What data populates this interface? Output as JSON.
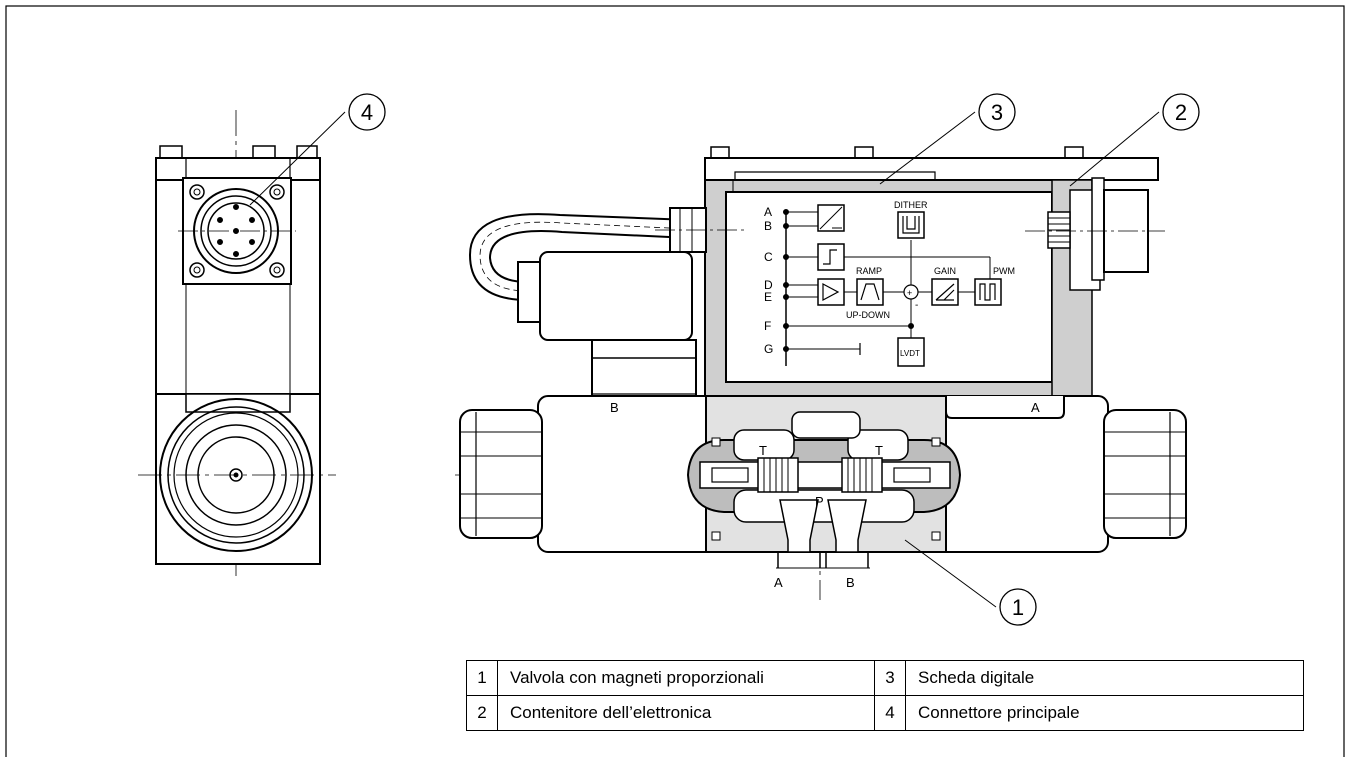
{
  "callouts": [
    "1",
    "2",
    "3",
    "4"
  ],
  "ports": {
    "a": "A",
    "b": "B",
    "p": "P",
    "t": "T",
    "coil_a": "A",
    "coil_b": "B"
  },
  "circuit": {
    "pins": [
      "A",
      "B",
      "C",
      "D",
      "E",
      "F",
      "G"
    ],
    "blocks": {
      "dither": "DITHER",
      "ramp": "RAMP",
      "up_down": "UP-DOWN",
      "gain": "GAIN",
      "pwm": "PWM",
      "lvdt": "LVDT",
      "plus": "+",
      "minus": "-"
    }
  },
  "legend": [
    {
      "num": "1",
      "text": "Valvola con magneti proporzionali"
    },
    {
      "num": "2",
      "text": "Contenitore dell’elettronica"
    },
    {
      "num": "3",
      "text": "Scheda digitale"
    },
    {
      "num": "4",
      "text": "Connettore principale"
    }
  ]
}
